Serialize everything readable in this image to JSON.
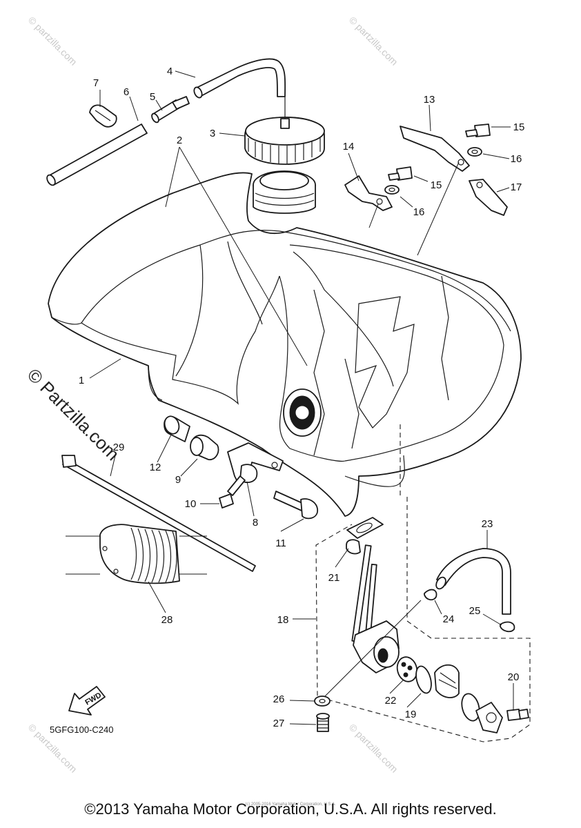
{
  "diagram": {
    "code": "5GFG100-C240",
    "direction_label": "FWD",
    "callouts": [
      "1",
      "2",
      "3",
      "4",
      "5",
      "6",
      "7",
      "8",
      "9",
      "10",
      "11",
      "12",
      "13",
      "14",
      "15",
      "15",
      "16",
      "16",
      "17",
      "18",
      "19",
      "20",
      "21",
      "22",
      "23",
      "24",
      "25",
      "26",
      "27",
      "28",
      "29"
    ],
    "watermark_small": "© partzilla.com",
    "watermark_large": "© Partzilla.com",
    "fine_print": "(c) 2005-2016 Yamaha Motor Corporation, U.S.A.",
    "copyright": "©2013 Yamaha Motor Corporation, U.S.A. All rights reserved."
  }
}
